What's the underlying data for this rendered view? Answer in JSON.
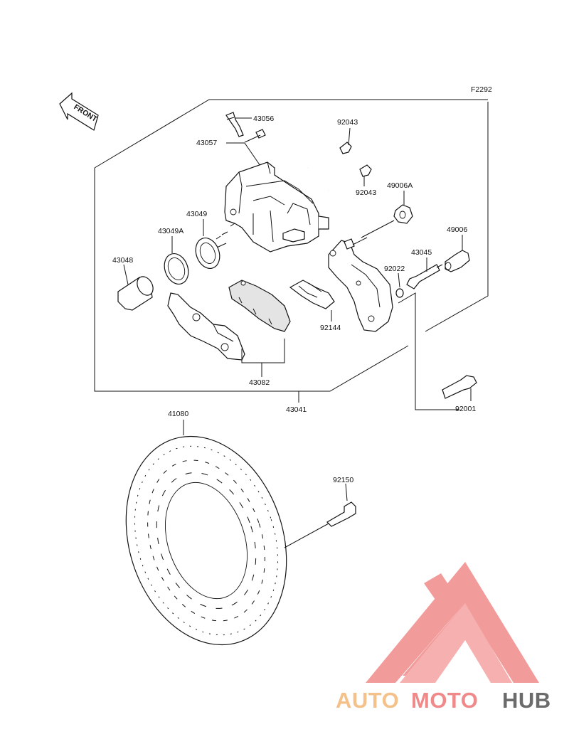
{
  "diagram": {
    "code": "F2292",
    "front_label": "FRONT",
    "parts": {
      "p43056": "43056",
      "p43057": "43057",
      "p92043a": "92043",
      "p92043b": "92043",
      "p49006A": "49006A",
      "p49006": "49006",
      "p43049": "43049",
      "p43049A": "43049A",
      "p43048": "43048",
      "p43045": "43045",
      "p92022": "92022",
      "p92144": "92144",
      "p43082": "43082",
      "p43041": "43041",
      "p92001": "92001",
      "p41080": "41080",
      "p92150": "92150"
    }
  },
  "watermark": {
    "word1": "AUTO",
    "word2": "MOTO",
    "word3": "HUB",
    "color_light": "#f5c18a",
    "color_mid": "#f08a8a",
    "color_dark": "#6b6b6b"
  }
}
